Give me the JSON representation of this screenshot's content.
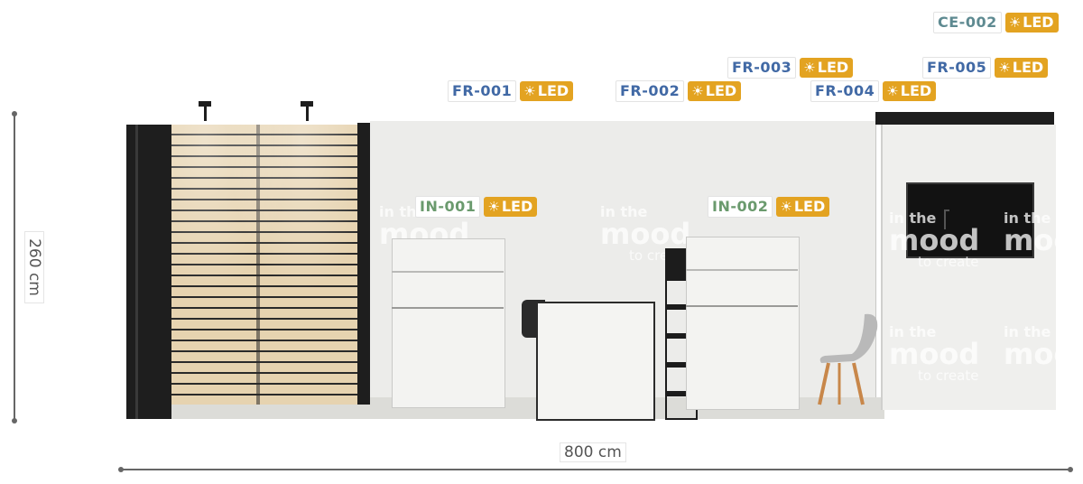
{
  "dimensions": {
    "width": "800 cm",
    "height": "260 cm"
  },
  "labels": [
    {
      "id": "ce-002",
      "code": "CE-002",
      "led": "LED",
      "color": "#5e8a91"
    },
    {
      "id": "fr-001",
      "code": "FR-001",
      "led": "LED",
      "color": "#4169a5"
    },
    {
      "id": "fr-002",
      "code": "FR-002",
      "led": "LED",
      "color": "#4169a5"
    },
    {
      "id": "fr-003",
      "code": "FR-003",
      "led": "LED",
      "color": "#4169a5"
    },
    {
      "id": "fr-004",
      "code": "FR-004",
      "led": "LED",
      "color": "#4169a5"
    },
    {
      "id": "fr-005",
      "code": "FR-005",
      "led": "LED",
      "color": "#4169a5"
    },
    {
      "id": "in-001",
      "code": "IN-001",
      "led": "LED",
      "color": "#6a9a6d"
    },
    {
      "id": "in-002",
      "code": "IN-002",
      "led": "LED",
      "color": "#6a9a6d"
    }
  ],
  "watermark": {
    "line1": "in the",
    "line2": "mood",
    "line3": "to create"
  },
  "colors": {
    "led_badge": "#e3a321",
    "wall": "#ececea",
    "wood": "#e6d3b0",
    "frame": "#1e1e1e",
    "dimension_line": "#666666"
  }
}
